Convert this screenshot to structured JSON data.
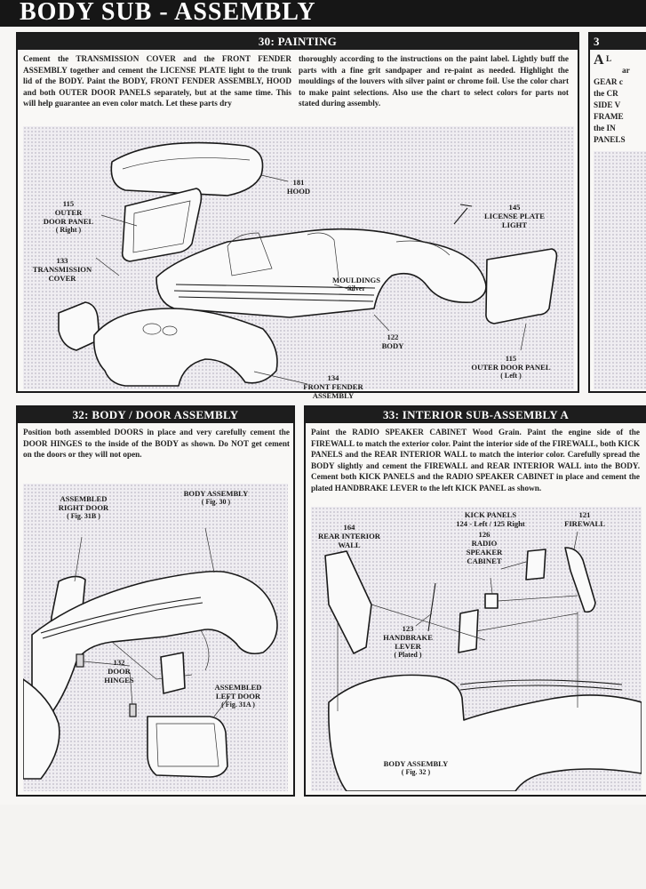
{
  "page": {
    "title": "BODY SUB - ASSEMBLY"
  },
  "sec30": {
    "heading": "30: PAINTING",
    "col1": "Cement the TRANSMISSION COVER and the FRONT FENDER ASSEMBLY together and cement the LICENSE PLATE light to the trunk lid of the BODY. Paint the BODY, FRONT FENDER ASSEMBLY, HOOD and both OUTER DOOR PANELS separately, but at the same time. This will help guarantee an even color match. Let these parts dry",
    "col2": "thoroughly according to the instructions on the paint label. Lightly buff the parts with a fine grit sandpaper and re-paint as needed. Highlight the mouldings of the louvers with silver paint or chrome foil. Use the color chart to make paint selections. Also use the chart to select colors for parts not stated during assembly.",
    "labels": {
      "hood_num": "181",
      "hood": "HOOD",
      "odr_num": "115",
      "odr_1": "OUTER",
      "odr_2": "DOOR PANEL",
      "odr_3": "( Right )",
      "tc_num": "133",
      "tc_1": "TRANSMISSION",
      "tc_2": "COVER",
      "lp_num": "145",
      "lp_1": "LICENSE PLATE",
      "lp_2": "LIGHT",
      "mould_1": "MOULDINGS",
      "mould_2": "Silver",
      "body_num": "122",
      "body": "BODY",
      "odl_num": "115",
      "odl_1": "OUTER DOOR PANEL",
      "odl_2": "( Left )",
      "ff_num": "134",
      "ff_1": "FRONT FENDER",
      "ff_2": "ASSEMBLY"
    }
  },
  "side": {
    "heading_fragment": "3",
    "letter": "A",
    "lines": [
      "L",
      "ar",
      "GEAR c",
      "the CR",
      "SIDE V",
      "FRAME",
      "the IN",
      "PANELS"
    ]
  },
  "sec32": {
    "heading": "32: BODY / DOOR ASSEMBLY",
    "text": "Position both assembled DOORS in place and very carefully cement the DOOR HINGES to the inside of the BODY as shown. Do NOT get cement on the doors or they will not open.",
    "labels": {
      "ard_1": "ASSEMBLED",
      "ard_2": "RIGHT DOOR",
      "ard_3": "( Fig. 31B )",
      "ba_1": "BODY ASSEMBLY",
      "ba_2": "( Fig. 30 )",
      "dh_num": "132",
      "dh_1": "DOOR",
      "dh_2": "HINGES",
      "ald_1": "ASSEMBLED",
      "ald_2": "LEFT DOOR",
      "ald_3": "( Fig. 31A )"
    }
  },
  "sec33": {
    "heading": "33: INTERIOR SUB-ASSEMBLY A",
    "text": "Paint the RADIO SPEAKER CABINET Wood Grain. Paint the engine side of the FIREWALL to match the exterior color. Paint the interior side of the FIREWALL, both KICK PANELS and the REAR INTERIOR WALL to match the interior color. Carefully spread the BODY slightly and cement the FIREWALL and REAR INTERIOR WALL into the BODY. Cement both KICK PANELS and the RADIO SPEAKER CABINET in place and cement the plated HANDBRAKE LEVER to the left KICK PANEL as shown.",
    "labels": {
      "riw_num": "164",
      "riw_1": "REAR INTERIOR",
      "riw_2": "WALL",
      "kp_1": "KICK PANELS",
      "kp_2": "124 - Left / 125 Right",
      "rsc_num": "126",
      "rsc_1": "RADIO",
      "rsc_2": "SPEAKER",
      "rsc_3": "CABINET",
      "fw_num": "121",
      "fw": "FIREWALL",
      "hb_num": "123",
      "hb_1": "HANDBRAKE",
      "hb_2": "LEVER",
      "hb_3": "( Plated )",
      "ba_1": "BODY ASSEMBLY",
      "ba_2": "( Fig. 32 )"
    }
  }
}
